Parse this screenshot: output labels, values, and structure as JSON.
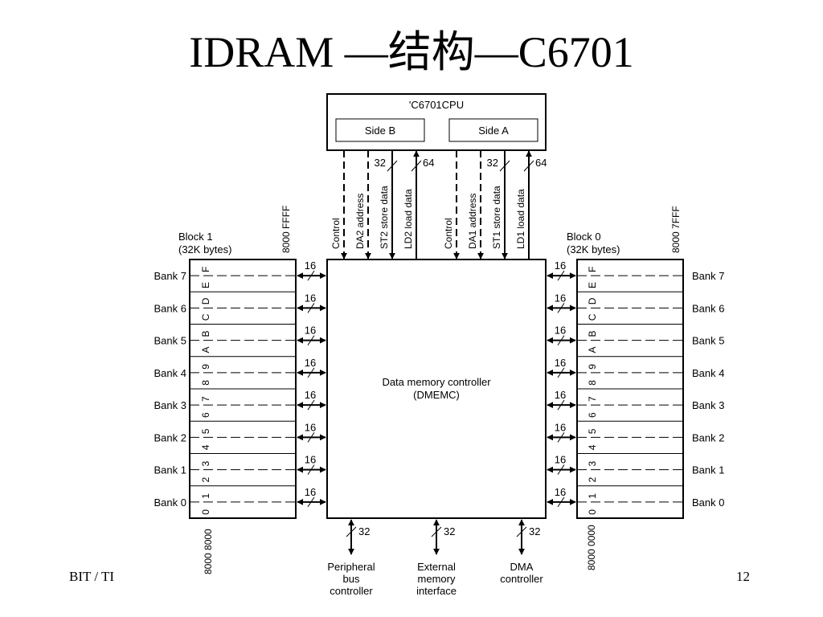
{
  "slide": {
    "title": "IDRAM —结构—C6701",
    "footer_left": "BIT / TI",
    "page_number": "12"
  },
  "diagram": {
    "cpu": {
      "label": "'C6701CPU",
      "side_b": "Side B",
      "side_a": "Side A"
    },
    "controller": {
      "line1": "Data memory controller",
      "line2": "(DMEMC)"
    },
    "buses_side_b": [
      "Control",
      "DA2 address",
      "ST2 store data",
      "LD2 load data"
    ],
    "buses_side_a": [
      "Control",
      "DA1 address",
      "ST1 store data",
      "LD1 load data"
    ],
    "bus_widths": {
      "store": "32",
      "load": "64"
    },
    "block_left": {
      "name": "Block 1",
      "size": "(32K bytes)",
      "addr_top": "8000 FFFF",
      "addr_bottom": "8000 8000"
    },
    "block_right": {
      "name": "Block 0",
      "size": "(32K bytes)",
      "addr_top": "8000 7FFF",
      "addr_bottom": "8000 0000"
    },
    "banks": [
      "Bank 7",
      "Bank 6",
      "Bank 5",
      "Bank 4",
      "Bank 3",
      "Bank 2",
      "Bank 1",
      "Bank 0"
    ],
    "bank_hex_top": [
      "F",
      "D",
      "B",
      "9",
      "7",
      "5",
      "3",
      "1"
    ],
    "bank_hex_bottom": [
      "E",
      "C",
      "A",
      "8",
      "6",
      "4",
      "2",
      "0"
    ],
    "bank_bus_width": "16",
    "bottom_bus_width": "32",
    "peripherals": [
      {
        "lines": [
          "Peripheral",
          "bus",
          "controller"
        ]
      },
      {
        "lines": [
          "External",
          "memory",
          "interface"
        ]
      },
      {
        "lines": [
          "DMA",
          "controller"
        ]
      }
    ]
  }
}
